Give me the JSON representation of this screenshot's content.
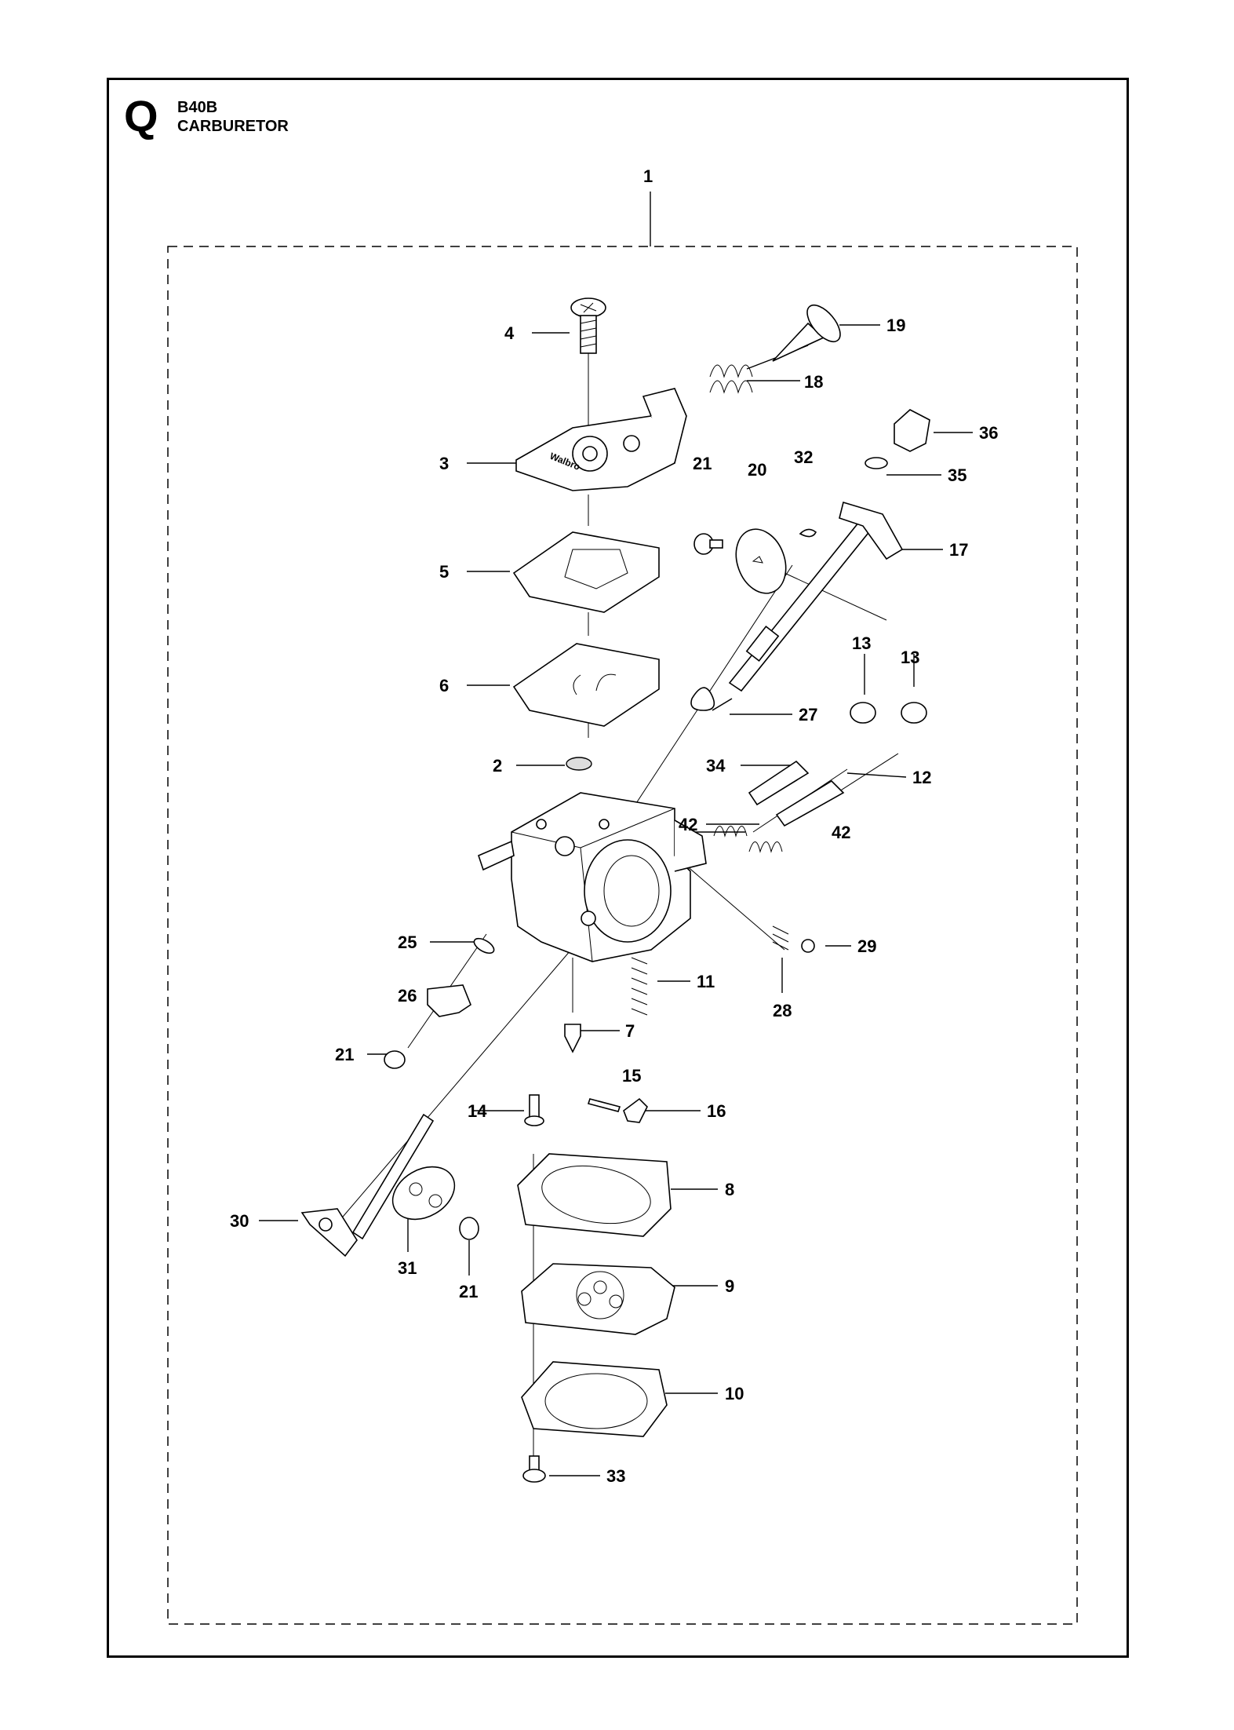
{
  "header": {
    "section_letter": "Q",
    "model": "B40B",
    "title": "CARBURETOR"
  },
  "assembly_label": "1",
  "callouts": [
    {
      "id": "c4",
      "text": "4"
    },
    {
      "id": "c19",
      "text": "19"
    },
    {
      "id": "c18",
      "text": "18"
    },
    {
      "id": "c36",
      "text": "36"
    },
    {
      "id": "c3",
      "text": "3"
    },
    {
      "id": "c21a",
      "text": "21"
    },
    {
      "id": "c20",
      "text": "20"
    },
    {
      "id": "c32",
      "text": "32"
    },
    {
      "id": "c35",
      "text": "35"
    },
    {
      "id": "c17",
      "text": "17"
    },
    {
      "id": "c5",
      "text": "5"
    },
    {
      "id": "c13a",
      "text": "13"
    },
    {
      "id": "c13b",
      "text": "13"
    },
    {
      "id": "c6",
      "text": "6"
    },
    {
      "id": "c27",
      "text": "27"
    },
    {
      "id": "c2",
      "text": "2"
    },
    {
      "id": "c34",
      "text": "34"
    },
    {
      "id": "c12",
      "text": "12"
    },
    {
      "id": "c42a",
      "text": "42"
    },
    {
      "id": "c42b",
      "text": "42"
    },
    {
      "id": "c25",
      "text": "25"
    },
    {
      "id": "c29",
      "text": "29"
    },
    {
      "id": "c11",
      "text": "11"
    },
    {
      "id": "c26",
      "text": "26"
    },
    {
      "id": "c28",
      "text": "28"
    },
    {
      "id": "c7",
      "text": "7"
    },
    {
      "id": "c21b",
      "text": "21"
    },
    {
      "id": "c15",
      "text": "15"
    },
    {
      "id": "c14",
      "text": "14"
    },
    {
      "id": "c16",
      "text": "16"
    },
    {
      "id": "c8",
      "text": "8"
    },
    {
      "id": "c30",
      "text": "30"
    },
    {
      "id": "c31",
      "text": "31"
    },
    {
      "id": "c9",
      "text": "9"
    },
    {
      "id": "c21c",
      "text": "21"
    },
    {
      "id": "c10",
      "text": "10"
    },
    {
      "id": "c33",
      "text": "33"
    }
  ],
  "cover_logo_text": "Walbro"
}
